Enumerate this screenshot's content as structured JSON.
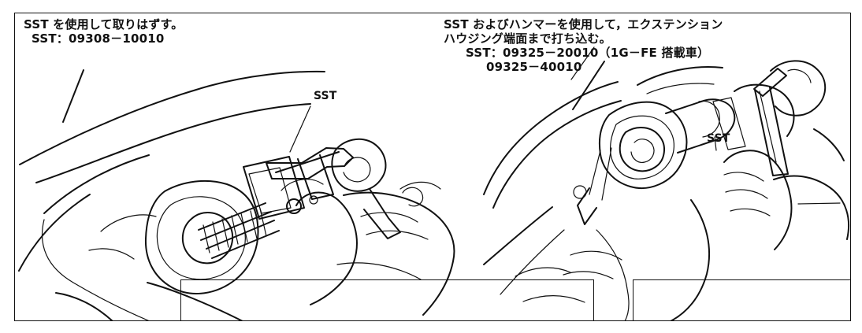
{
  "panels": {
    "left": {
      "instruction": "SST を使用して取りはずす。",
      "sst_line": "SST：09308－10010",
      "callout": "SST"
    },
    "right": {
      "instruction_line1": "SST およびハンマーを使用して，エクステンション",
      "instruction_line2": "ハウジング端面まで打ち込む。",
      "sst_line1": "SST：09325－20010（1G－FE 搭載車）",
      "sst_line2": "09325－40010",
      "callout": "SST"
    }
  },
  "colors": {
    "ink": "#111111",
    "background": "#ffffff"
  },
  "icons": {
    "left_illustration": "sst-removal-illustration",
    "right_illustration": "sst-hammer-installation-illustration"
  }
}
